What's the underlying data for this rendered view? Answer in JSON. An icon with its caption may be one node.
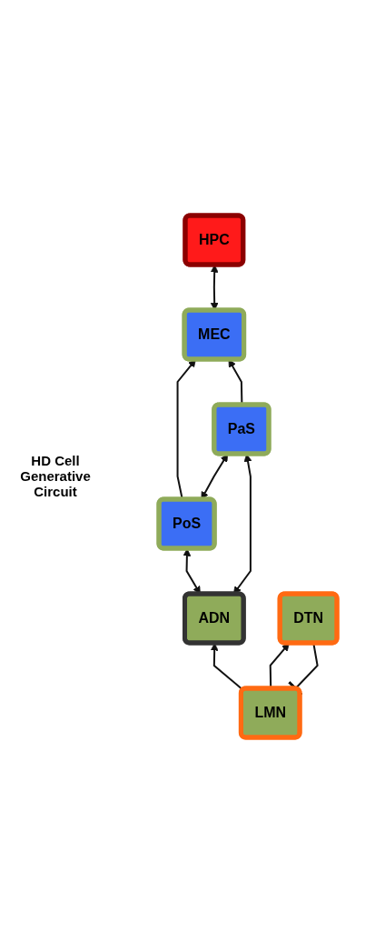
{
  "diagram": {
    "nodes": [
      {
        "text": [
          "HPC"
        ]
      },
      {
        "text": [
          "MEC"
        ]
      },
      {
        "text": [
          "PoS"
        ]
      },
      {
        "text": [
          "PaS"
        ]
      },
      {
        "text": [
          "ADN"
        ]
      },
      {
        "text": [
          "LMN"
        ]
      },
      {
        "text": [
          "DTN"
        ]
      }
    ],
    "edges": [
      {
        "from": 1,
        "to": 0,
        "arrow": "both"
      },
      {
        "from": 2,
        "to": 1,
        "arrow": "to"
      },
      {
        "from": 3,
        "to": 1,
        "arrow": "to"
      },
      {
        "from": 2,
        "to": 3,
        "arrow": "both"
      },
      {
        "from": 4,
        "to": 2,
        "arrow": "both"
      },
      {
        "from": 4,
        "to": 3,
        "arrow": "both"
      },
      {
        "from": 5,
        "to": 4,
        "arrow": "to"
      },
      {
        "from": 6,
        "to": 5,
        "arrow": "other"
      },
      {
        "from": 5,
        "to": 6,
        "arrow": "to"
      }
    ],
    "labels": [
      "HD Cell Generative Circuit"
    ]
  }
}
